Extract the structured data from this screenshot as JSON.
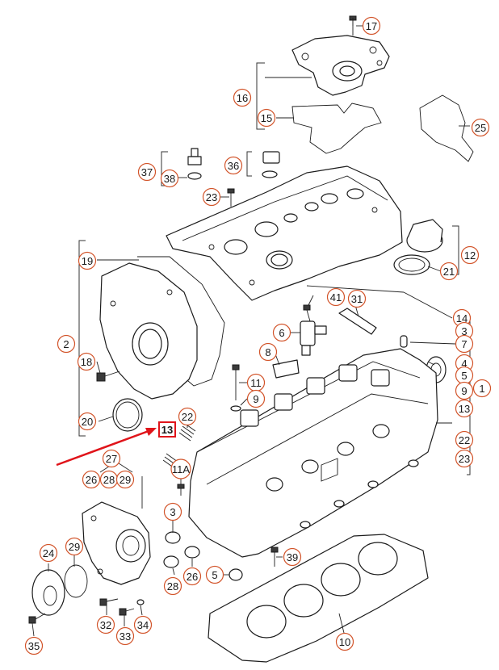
{
  "diagram": {
    "callouts": [
      "17",
      "16",
      "15",
      "25",
      "36",
      "37",
      "38",
      "23",
      "12",
      "21",
      "19",
      "14",
      "3",
      "41",
      "31",
      "6",
      "7",
      "8",
      "2",
      "4",
      "5",
      "18",
      "11",
      "9",
      "1",
      "20",
      "13",
      "22",
      "27",
      "26",
      "28",
      "29",
      "11A",
      "24",
      "39",
      "10",
      "32",
      "33",
      "34",
      "35"
    ],
    "highlighted_callout": "13",
    "accent_color": "#d2542a",
    "highlight_color": "#e0141a"
  }
}
